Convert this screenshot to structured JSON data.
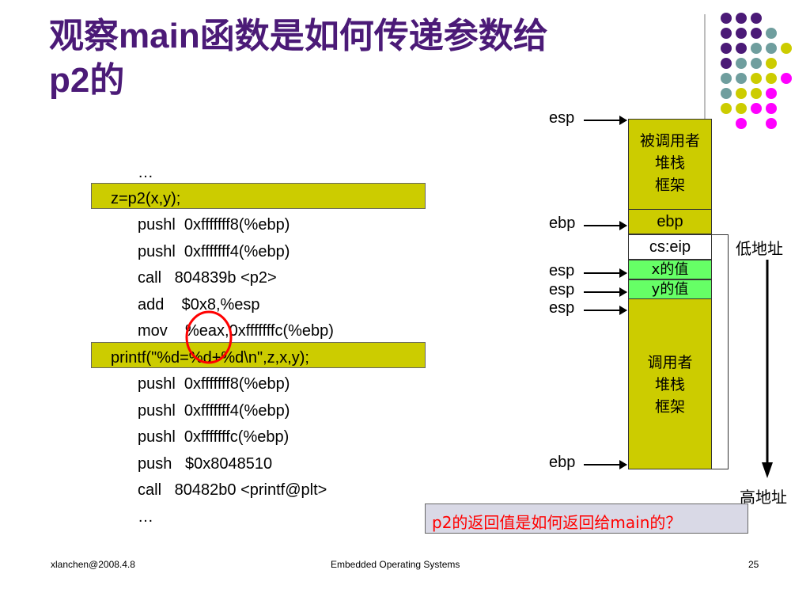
{
  "slide": {
    "title_line1": "观察main函数是如何传递参数给",
    "title_line2": "p2的"
  },
  "code": {
    "lines": [
      "…",
      "z=p2(x,y);",
      "pushl  0xfffffff8(%ebp)",
      "pushl  0xfffffff4(%ebp)",
      "call   804839b <p2>",
      "add    $0x8,%esp",
      "mov    %eax,0xfffffffc(%ebp)",
      "printf(\"%d=%d+%d\\n\",z,x,y);",
      "pushl  0xfffffff8(%ebp)",
      "pushl  0xfffffff4(%ebp)",
      "pushl  0xfffffffc(%ebp)",
      "push   $0x8048510",
      "call   80482b0 <printf@plt>",
      "…"
    ]
  },
  "stack": {
    "callee_frame": [
      "被调用者",
      "堆栈",
      "框架"
    ],
    "ebp_cell": "ebp",
    "cseip_cell": "cs:eip",
    "x_cell": "x的值",
    "y_cell": "y的值",
    "caller_frame": [
      "调用者",
      "堆栈",
      "框架"
    ],
    "pointer_labels": {
      "esp_top": "esp",
      "ebp_mid": "ebp",
      "esp_1": "esp",
      "esp_2": "esp",
      "esp_3": "esp",
      "ebp_bottom": "ebp"
    },
    "low_address": "低地址",
    "high_address": "高地址"
  },
  "question": "p2的返回值是如何返回给main的？",
  "footer": {
    "left": "xlanchen@2008.4.8",
    "center": "Embedded Operating Systems",
    "page": "25"
  },
  "colors": {
    "title": "#4b1a77",
    "highlight": "#cccc00",
    "green_cell": "#66ff66",
    "circle": "#ff0000",
    "question_bg": "#d9d9e6",
    "question_text": "#ff0000",
    "dot_purple": "#4b1a77",
    "dot_teal": "#6f9e9e",
    "dot_yellow": "#cccc00",
    "dot_magenta": "#ff00ff"
  }
}
